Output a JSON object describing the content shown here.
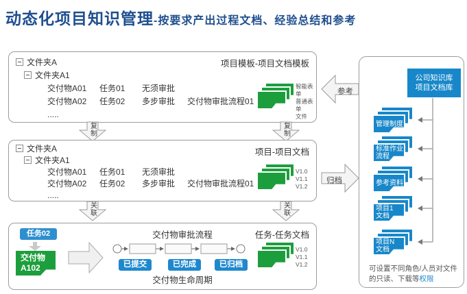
{
  "colors": {
    "title_blue": "#1f4e8e",
    "doc_green": "#1d9e3d",
    "doc_blue": "#1787c9",
    "badge_blue": "#2e8fd0",
    "button_blue": "#1e88ce",
    "link_blue": "#1e88ce"
  },
  "title": {
    "main": "动态化项目知识管理",
    "sub": "-按要求产出过程文档、经验总结和参考"
  },
  "tree": {
    "folder_a": "文件夹A",
    "folder_a1": "文件夹A1",
    "rows": [
      {
        "d": "交付物A01",
        "t": "任务01",
        "a": "无须审批",
        "f": ""
      },
      {
        "d": "交付物A02",
        "t": "任务02",
        "a": "多步审批",
        "f": "交付物审批流程01"
      }
    ],
    "more": "....."
  },
  "template_box": {
    "label": "项目模板-项目文档模板",
    "doc_types": [
      "智能表单",
      "普通表单",
      "文件"
    ]
  },
  "project_box": {
    "label": "项目-项目文档",
    "versions": [
      "V1.0",
      "V1.1",
      "V1.2"
    ]
  },
  "task_box": {
    "label": "任务-任务文档",
    "task_badge": "任务02",
    "deliverable_badge": "交付物\nA102",
    "flow_title": "交付物审批流程",
    "lifecycle_title": "交付物生命周期",
    "statuses": [
      "已提交",
      "已完成",
      "已归档"
    ],
    "versions": [
      "V1.0",
      "V1.1",
      "V1.2"
    ]
  },
  "arrows": {
    "copy": "复制",
    "relate": "关联",
    "reference": "参考",
    "archive": "归档"
  },
  "knowledge_panel": {
    "header": "公司知识库\n项目文档库",
    "stacks": [
      "管理制度",
      "标准作业\n流程",
      "参考资料",
      "项目1\n文档",
      "项目N\n文档"
    ],
    "note": "可设置不同角色/人员对文件的只读、下载等",
    "note_link": "权限"
  }
}
